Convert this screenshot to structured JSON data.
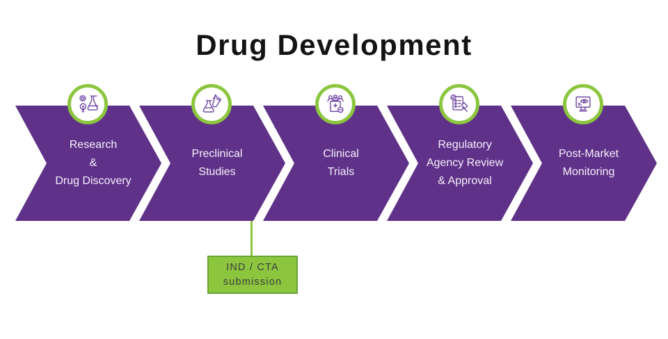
{
  "title": "Drug Development",
  "colors": {
    "purple": "#5F3189",
    "green": "#8CC63F",
    "green_dark": "#67A433",
    "icon_stroke": "#7149A5",
    "title_color": "#141414",
    "label_color": "#F6F1FA",
    "callout_text": "#3C3C3C"
  },
  "steps": [
    {
      "label": "Research\n&\nDrug Discovery",
      "icon": "gear-bulb-flask-icon"
    },
    {
      "label": "Preclinical\nStudies",
      "icon": "flask-test-tube-icon"
    },
    {
      "label": "Clinical\nTrials",
      "icon": "patients-clipboard-icon"
    },
    {
      "label": "Regulatory\nAgency Review\n& Approval",
      "icon": "checklist-gavel-icon"
    },
    {
      "label": "Post-Market\nMonitoring",
      "icon": "monitor-eye-icon"
    }
  ],
  "callout": {
    "label": "IND / CTA\nsubmission",
    "attached_to_step": "Preclinical Studies"
  }
}
